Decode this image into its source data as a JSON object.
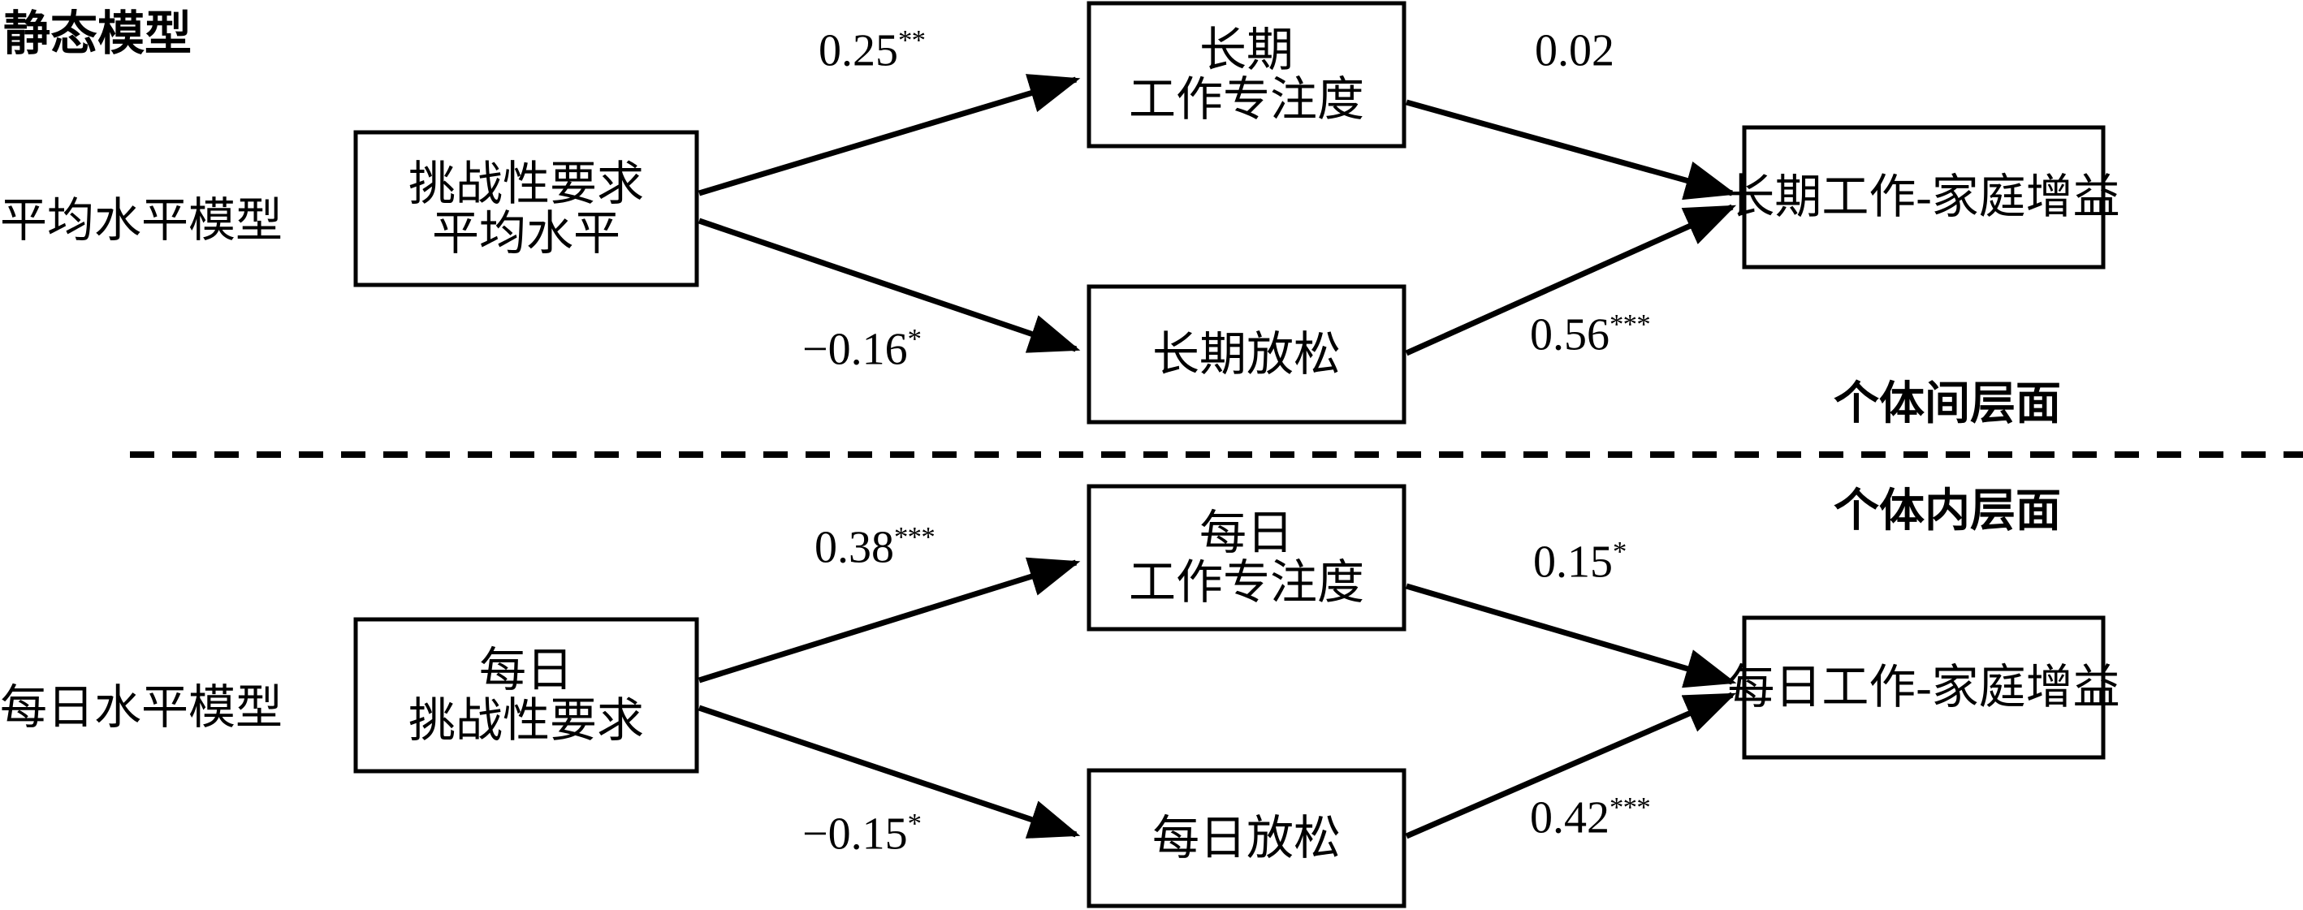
{
  "figure": {
    "title": "静态模型",
    "divider_label_above": "个体间层面",
    "divider_label_below": "个体内层面"
  },
  "panels": [
    {
      "id": "between",
      "row_label": "平均水平模型",
      "nodes": {
        "predictor": {
          "line1": "挑战性要求",
          "line2": "平均水平"
        },
        "mediator_top": {
          "line1": "长期",
          "line2": "工作专注度"
        },
        "mediator_bottom": {
          "line1": "长期放松",
          "line2": ""
        },
        "outcome": {
          "line1": "长期工作-家庭增益",
          "line2": ""
        }
      },
      "paths": [
        {
          "from": "predictor",
          "to": "mediator_top",
          "value": "0.25",
          "stars": "**"
        },
        {
          "from": "predictor",
          "to": "mediator_bottom",
          "value": "−0.16",
          "stars": "*"
        },
        {
          "from": "mediator_top",
          "to": "outcome",
          "value": "0.02",
          "stars": ""
        },
        {
          "from": "mediator_bottom",
          "to": "outcome",
          "value": "0.56",
          "stars": "***"
        }
      ]
    },
    {
      "id": "within",
      "row_label": "每日水平模型",
      "nodes": {
        "predictor": {
          "line1": "每日",
          "line2": "挑战性要求"
        },
        "mediator_top": {
          "line1": "每日",
          "line2": "工作专注度"
        },
        "mediator_bottom": {
          "line1": "每日放松",
          "line2": ""
        },
        "outcome": {
          "line1": "每日工作-家庭增益",
          "line2": ""
        }
      },
      "paths": [
        {
          "from": "predictor",
          "to": "mediator_top",
          "value": "0.38",
          "stars": "***"
        },
        {
          "from": "predictor",
          "to": "mediator_bottom",
          "value": "−0.15",
          "stars": "*"
        },
        {
          "from": "mediator_top",
          "to": "outcome",
          "value": "0.15",
          "stars": "*"
        },
        {
          "from": "mediator_bottom",
          "to": "outcome",
          "value": "0.42",
          "stars": "***"
        }
      ]
    }
  ],
  "chart_data": {
    "type": "diagram",
    "title": "静态模型",
    "levels": [
      "个体间层面",
      "个体内层面"
    ],
    "series": [
      {
        "name": "平均水平模型",
        "edges": [
          {
            "source": "挑战性要求平均水平",
            "target": "长期工作专注度",
            "coefficient": 0.25,
            "significance": "**"
          },
          {
            "source": "挑战性要求平均水平",
            "target": "长期放松",
            "coefficient": -0.16,
            "significance": "*"
          },
          {
            "source": "长期工作专注度",
            "target": "长期工作-家庭增益",
            "coefficient": 0.02,
            "significance": ""
          },
          {
            "source": "长期放松",
            "target": "长期工作-家庭增益",
            "coefficient": 0.56,
            "significance": "***"
          }
        ]
      },
      {
        "name": "每日水平模型",
        "edges": [
          {
            "source": "每日挑战性要求",
            "target": "每日工作专注度",
            "coefficient": 0.38,
            "significance": "***"
          },
          {
            "source": "每日挑战性要求",
            "target": "每日放松",
            "coefficient": -0.15,
            "significance": "*"
          },
          {
            "source": "每日工作专注度",
            "target": "每日工作-家庭增益",
            "coefficient": 0.15,
            "significance": "*"
          },
          {
            "source": "每日放松",
            "target": "每日工作-家庭增益",
            "coefficient": 0.42,
            "significance": "***"
          }
        ]
      }
    ]
  }
}
